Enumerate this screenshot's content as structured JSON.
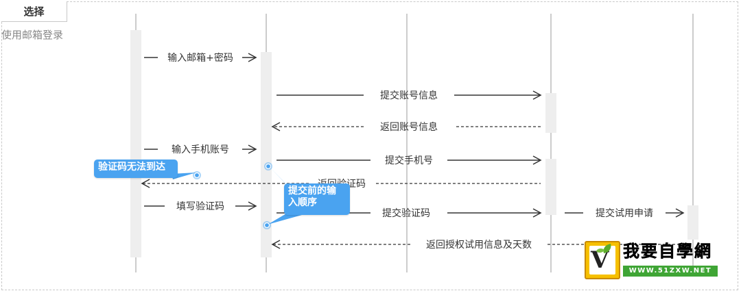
{
  "alt_fragment": {
    "operator": "选择",
    "guard": "使用邮箱登录"
  },
  "messages": [
    {
      "id": "m1",
      "label": "输入邮箱+密码",
      "style": "solid"
    },
    {
      "id": "m2",
      "label": "提交账号信息",
      "style": "solid"
    },
    {
      "id": "m3",
      "label": "返回账号信息",
      "style": "dashed"
    },
    {
      "id": "m4",
      "label": "输入手机账号",
      "style": "solid"
    },
    {
      "id": "m5",
      "label": "提交手机号",
      "style": "solid"
    },
    {
      "id": "m6",
      "label": "返回验证码",
      "style": "dashed"
    },
    {
      "id": "m7",
      "label": "填写验证码",
      "style": "solid"
    },
    {
      "id": "m8",
      "label": "提交验证码",
      "style": "solid"
    },
    {
      "id": "m9",
      "label": "提交试用申请",
      "style": "solid"
    },
    {
      "id": "m10",
      "label": "返回授权试用信息及天数",
      "style": "dashed"
    }
  ],
  "callouts": {
    "unreachable": "验证码无法到达",
    "input_order_line1": "提交前的输",
    "input_order_line2": "入顺序"
  },
  "watermark": {
    "title": "我要自學網",
    "url": "WWW.51ZXW.NET"
  },
  "colors": {
    "lifeline": "#9a9a9a",
    "activation": "#eeeeee",
    "arrow": "#333333",
    "callout": "#4aa3f0",
    "frame": "#c8c8c8"
  }
}
